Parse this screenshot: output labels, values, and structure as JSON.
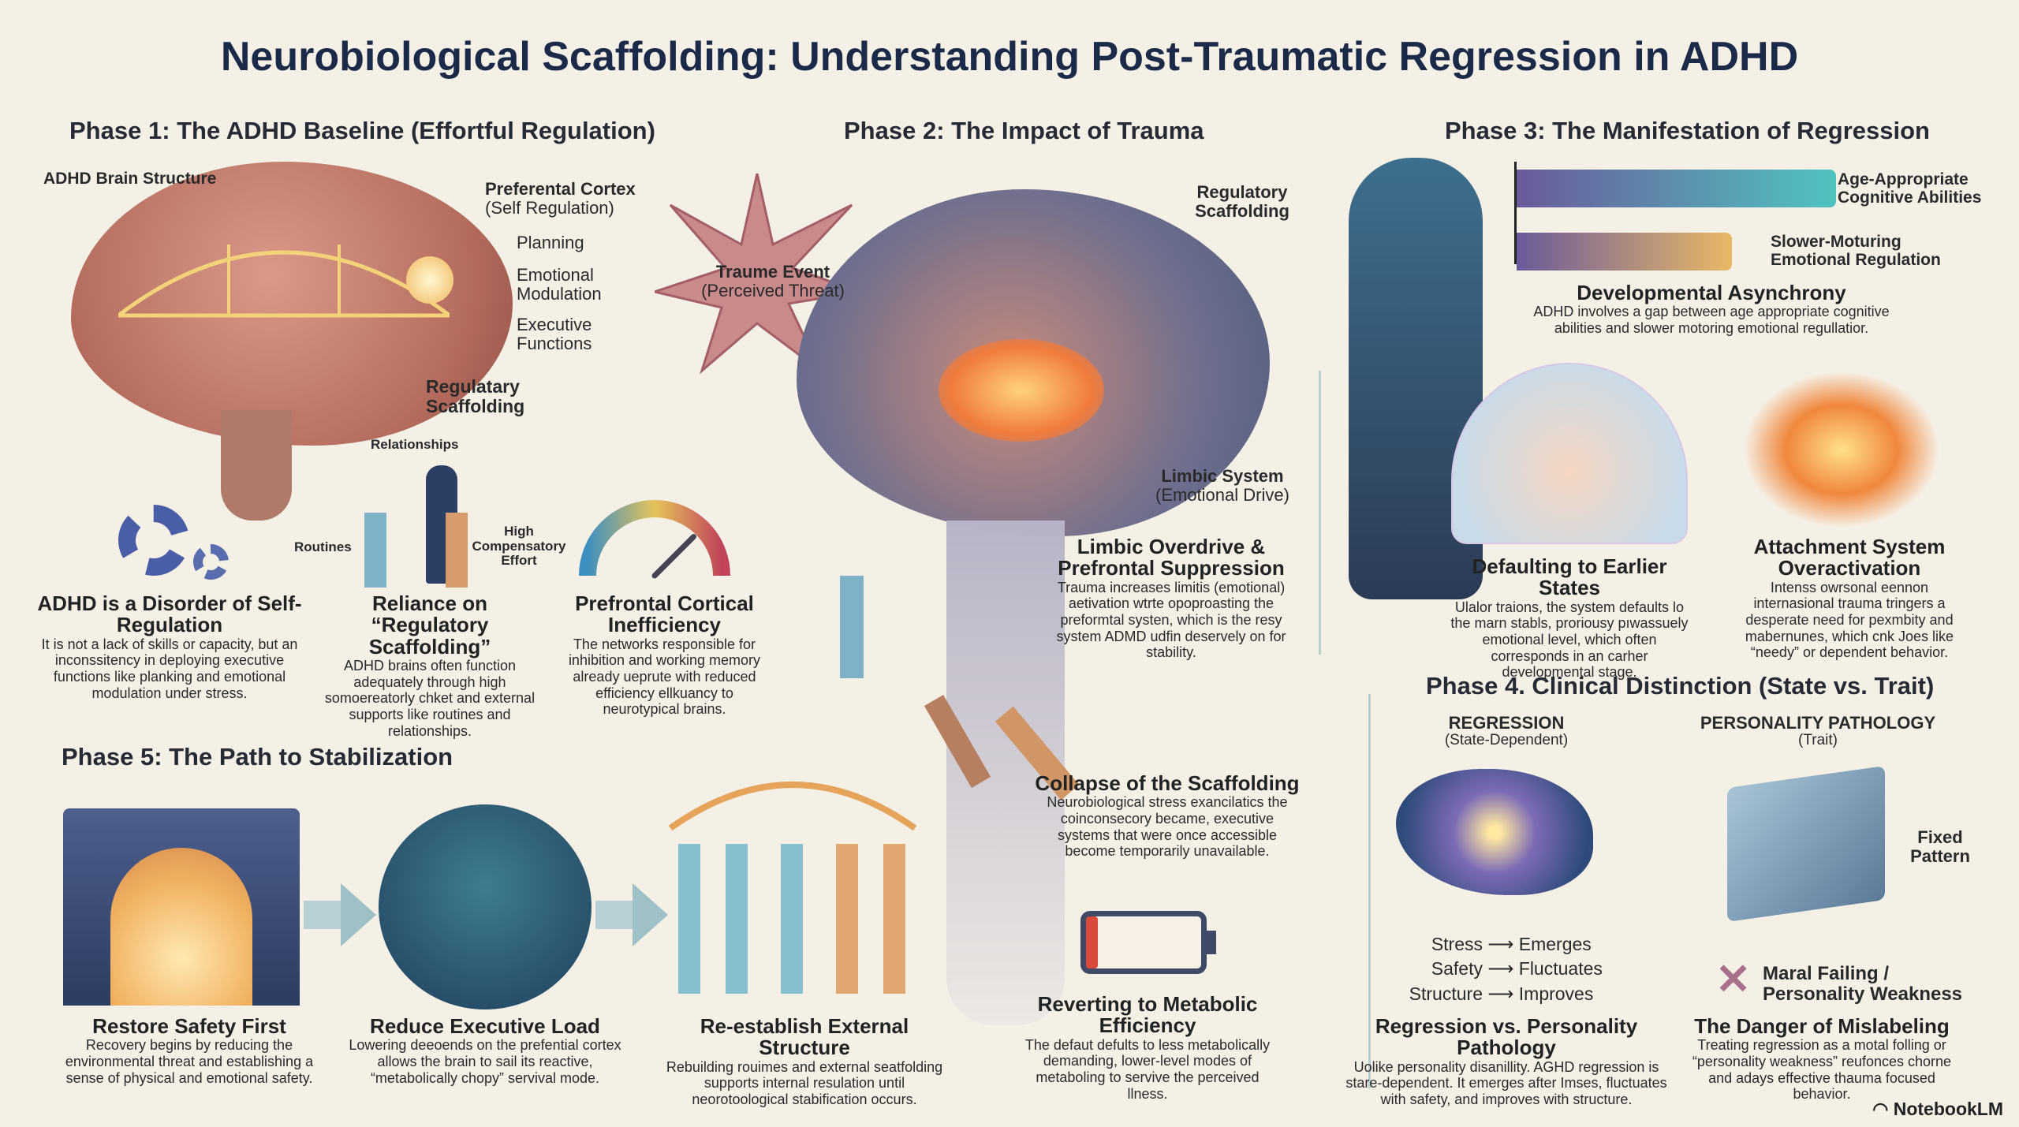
{
  "title": "Neurobiological Scaffolding: Understanding Post-Traumatic Regression in ADHD",
  "phase1": {
    "header": "Phase 1: The ADHD Baseline (Effortful Regulation)",
    "labels": {
      "brain_structure": "ADHD Brain Structure",
      "prefrontal": "Preferental Cortex",
      "prefrontal_sub": "(Self Regulation)",
      "planning": "Planning",
      "emotional": "Emotional Modulation",
      "executive": "Executive Functions",
      "scaffolding": "Regulatary Scaffolding",
      "relationships": "Relationships",
      "routines": "Routines",
      "high_effort": "High Compensatory Effort"
    },
    "cards": [
      {
        "title": "ADHD is a Disorder of Self-Regulation",
        "body": "It is not a lack of skills or capacity, but an inconssitency in deploying executive functions like planking and emotional modulation under stress."
      },
      {
        "title": "Reliance on “Regulatory Scaffolding”",
        "body": "ADHD brains often function adequately through high somoereatorly chket and external supports like routines and relationships."
      },
      {
        "title": "Prefrontal Cortical Inefficiency",
        "body": "The networks responsible for inhibition and working memory already ueprute with reduced efficiency ellkuancy to neurotypical brains."
      }
    ]
  },
  "phase2": {
    "header": "Phase 2: The Impact of Trauma",
    "labels": {
      "event": "Traume Event",
      "event_sub": "(Perceived Threat)",
      "scaffolding": "Regulatory Scaffolding",
      "limbic": "Limbic System",
      "limbic_sub": "(Emotional Drive)"
    },
    "cards": [
      {
        "title": "Limbic Overdrive & Prefrontal Suppression",
        "body": "Trauma increases limitis (emotional) aetivation wtrte opoproasting the preformtal systen, which is the resy system ADMD udfin deservely on for stability."
      },
      {
        "title": "Collapse of the Scaffolding",
        "body": "Neurobiological stress exancilatics the coinconsecory became, executive systems that were once accessible become temporarily unavailable."
      },
      {
        "title": "Reverting to Metabolic Efficiency",
        "body": "The defaut defults to less metabolically demanding, lower-level modes of metaboling to servive the perceived llness."
      }
    ]
  },
  "phase3": {
    "header": "Phase 3: The Manifestation of Regression",
    "bars": [
      {
        "label": "Age-Appropriate Cognitive Abilities",
        "fill": 0.92,
        "color": "#4fc3c0"
      },
      {
        "label": "Slower-Moturing Emotional Regulation",
        "fill": 0.62,
        "color": "#e9b866"
      }
    ],
    "cards": [
      {
        "title": "Developmental Asynchrony",
        "body": "ADHD involves a gap between age appropriate cognitive abilities and slower motoring emotional regullatior."
      },
      {
        "title": "Defaulting to Earlier States",
        "body": "Ulalor traions, the system defaults lo the marn stabls, proriousy pıwassuely emotional level, which often corresponds in an carher developmental stage."
      },
      {
        "title": "Attachment System Overactivation",
        "body": "Intenss owrsonal eennon internasional trauma tringers a desperate need for pexmbity and mabernunes, which cnk Joes like “needy” or dependent behavior."
      }
    ]
  },
  "phase4": {
    "header": "Phase 4. Clinical Distinction (State vs. Trait)",
    "regression": {
      "title": "REGRESSION",
      "sub": "(State-Dependent)",
      "rows": [
        {
          "from": "Stress",
          "to": "Emerges"
        },
        {
          "from": "Safety",
          "to": "Fluctuates"
        },
        {
          "from": "Structure",
          "to": "Improves"
        }
      ]
    },
    "pathology": {
      "title": "PERSONALITY PATHOLOGY",
      "sub": "(Trait)",
      "fixed": "Fixed Pattern",
      "wrong": "Maral Failing / Personality Weakness"
    },
    "cards": [
      {
        "title": "Regression vs. Personality Pathology",
        "body": "Uolike personality disanillity. AGHD regression is stare-dependent. It emerges after Imses, fluctuates with safety, and improves with structure."
      },
      {
        "title": "The Danger of Mislabeling",
        "body": "Treating regression as a motal folling or “personality weakness” reufonces chorne and adays effective thauma focused behavior."
      }
    ]
  },
  "phase5": {
    "header": "Phase 5: The Path to Stabilization",
    "cards": [
      {
        "title": "Restore Safety First",
        "body": "Recovery begins by reducing the environmental threat and establishing a sense of physical and emotional safety."
      },
      {
        "title": "Reduce Executive Load",
        "body": "Lowering deeoends on the prefential cortex allows the brain to sail its reactive, “metabolically chopy” servival mode."
      },
      {
        "title": "Re-establish External Structure",
        "body": "Rebuilding rouimes and external seatfolding supports internal resulation until neorotoological stabification occurs."
      }
    ]
  },
  "footer": {
    "brand": "NotebookLM"
  },
  "gauge": {
    "level": 0.75
  },
  "battery": {
    "level": 0.1
  }
}
